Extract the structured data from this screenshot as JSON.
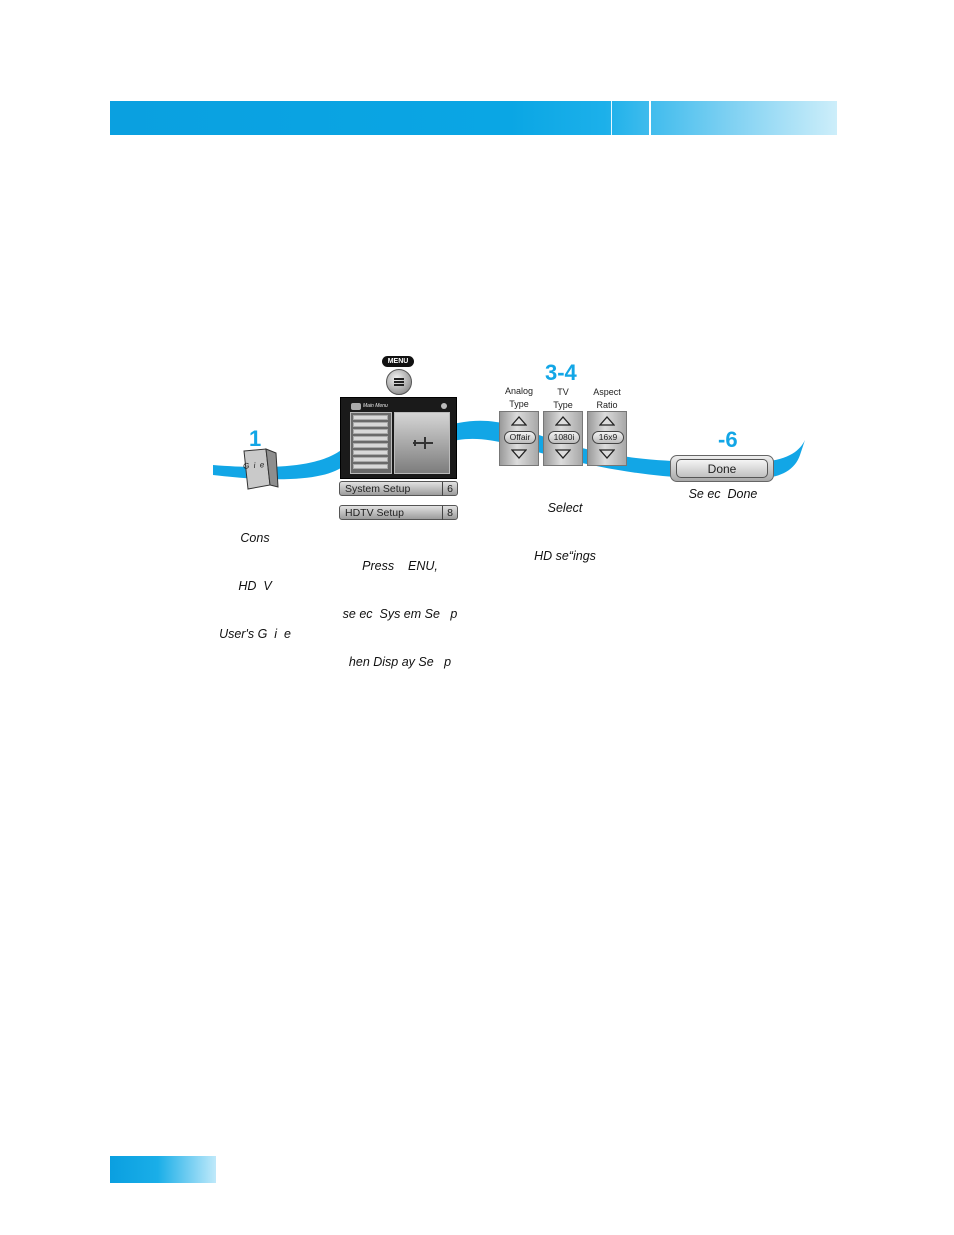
{
  "colors": {
    "accent": "#12a6e6",
    "header_bar": "#0aa0e0"
  },
  "steps": {
    "step1": {
      "number": "1",
      "guide_label": "G  i  e",
      "caption_lines": [
        "Cons",
        "HD  V",
        "User's G  i  e"
      ]
    },
    "step2": {
      "menu_label": "MENU",
      "screen_title": "Main Menu",
      "menu_items": [
        {
          "label": "System Setup",
          "number": "6"
        },
        {
          "label": "HDTV Setup",
          "number": "8"
        }
      ],
      "caption_lines": [
        "Press    ENU,",
        "se ec  Sys em Se   p",
        "hen Disp ay Se   p"
      ]
    },
    "step34": {
      "number": "3-4",
      "columns": [
        {
          "heading": [
            "Analog",
            "Type"
          ],
          "value": "Offair"
        },
        {
          "heading": [
            "TV",
            "Type"
          ],
          "value": "1080i"
        },
        {
          "heading": [
            "Aspect",
            "Ratio"
          ],
          "value": "16x9"
        }
      ],
      "caption_lines": [
        "Select",
        "HD se“ings"
      ]
    },
    "step56": {
      "number": "-6",
      "button_label": "Done",
      "caption": "Se ec  Done"
    }
  }
}
